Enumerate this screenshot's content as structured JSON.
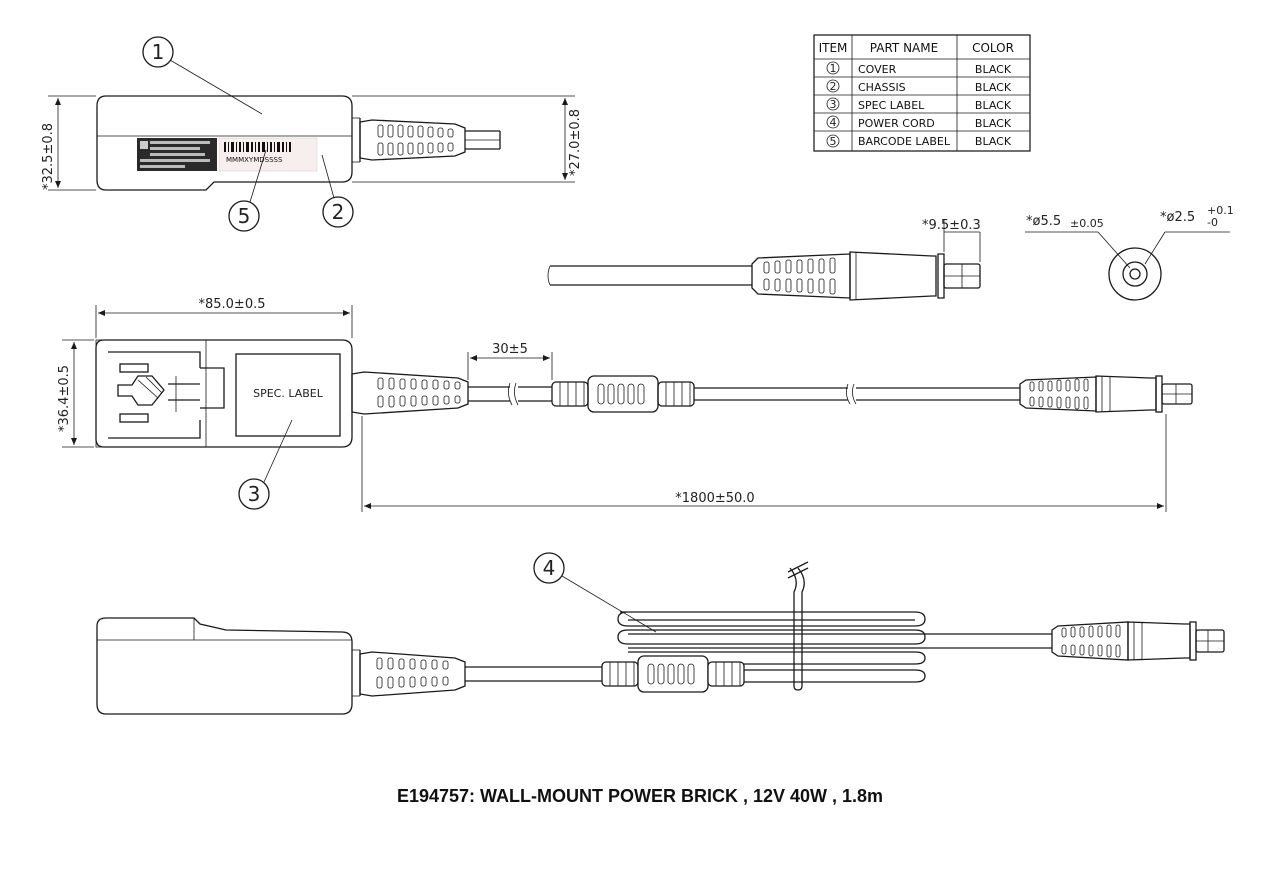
{
  "callouts": [
    "1",
    "2",
    "3",
    "4",
    "5"
  ],
  "dimensions": {
    "height_top": "*32.5±0.8",
    "plug_height": "*27.0±0.8",
    "plug_length": "*9.5±0.3",
    "outer_dia": "*ø5.5",
    "outer_dia_tol": "±0.05",
    "inner_dia": "*ø2.5",
    "inner_tol_plus": "+0.1",
    "inner_tol_minus": "-0",
    "length": "*85.0±0.5",
    "width": "*36.4±0.5",
    "ferrite_offset": "30±5",
    "cord_length": "*1800±50.0"
  },
  "labels": {
    "spec_label": "SPEC. LABEL",
    "barcode_text": "MMMXYMDSSSS"
  },
  "parts_table": {
    "headers": [
      "ITEM",
      "PART NAME",
      "COLOR"
    ],
    "rows": [
      {
        "item": "1",
        "name": "COVER",
        "color": "BLACK"
      },
      {
        "item": "2",
        "name": "CHASSIS",
        "color": "BLACK"
      },
      {
        "item": "3",
        "name": "SPEC LABEL",
        "color": "BLACK"
      },
      {
        "item": "4",
        "name": "POWER CORD",
        "color": "BLACK"
      },
      {
        "item": "5",
        "name": "BARCODE LABEL",
        "color": "BLACK"
      }
    ]
  },
  "caption": "E194757: WALL-MOUNT POWER BRICK , 12V 40W , 1.8m"
}
